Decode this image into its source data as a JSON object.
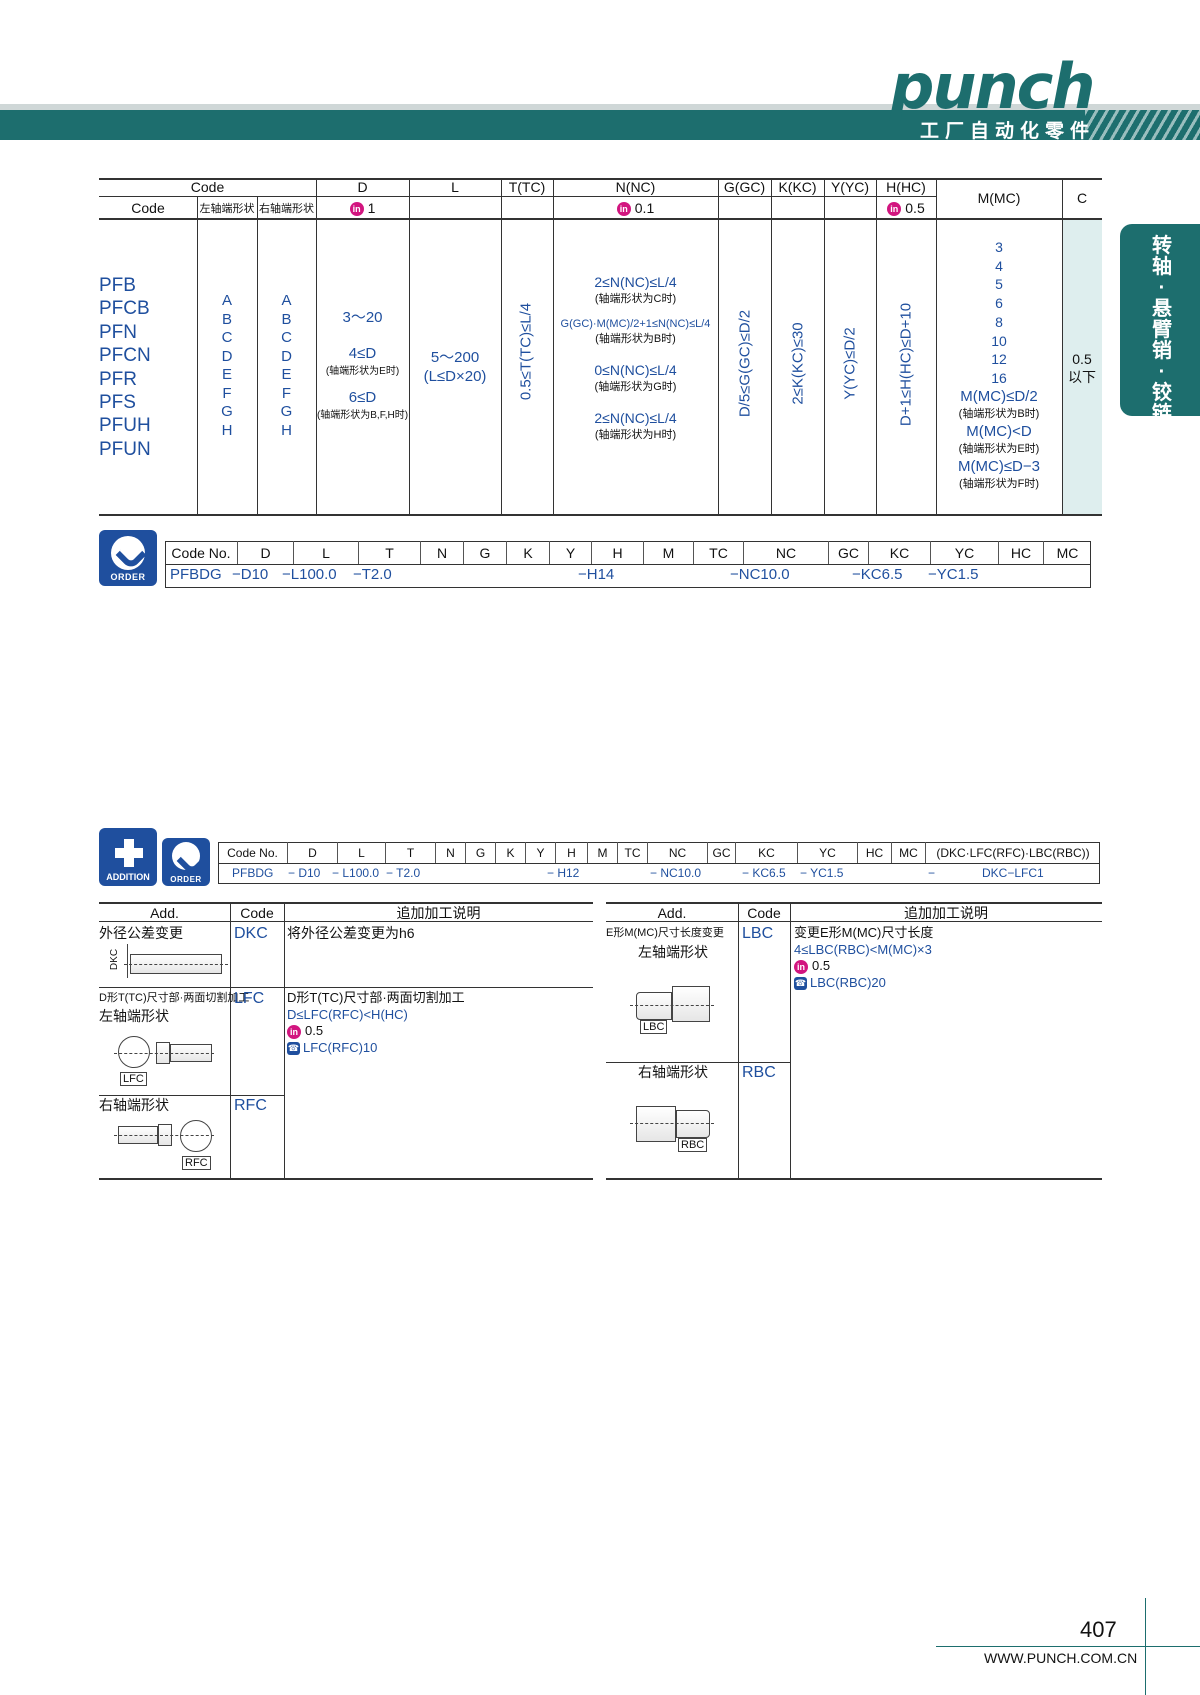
{
  "header": {
    "brand": "punch",
    "tagline": "工厂自动化零件"
  },
  "side_tab": "转轴·悬臂销·铰链销",
  "spec": {
    "h_code": "Code",
    "h_code2": "Code",
    "h_left": "左轴端形状",
    "h_right": "右轴端形状",
    "h_D": "D",
    "h_L": "L",
    "h_T": "T(TC)",
    "h_N": "N(NC)",
    "h_G": "G(GC)",
    "h_K": "K(KC)",
    "h_Y": "Y(YC)",
    "h_H": "H(HC)",
    "h_M": "M(MC)",
    "h_C": "C",
    "in_badge": "in",
    "tol_D": "1",
    "tol_N": "0.1",
    "tol_H": "0.5",
    "codes": [
      "PFB",
      "PFCB",
      "PFN",
      "PFCN",
      "PFR",
      "PFS",
      "PFUH",
      "PFUN"
    ],
    "letters": [
      "A",
      "B",
      "C",
      "D",
      "E",
      "F",
      "G",
      "H"
    ],
    "d_range": "3～20",
    "d_e": "4≤D",
    "d_e_note": "(轴端形状为E时)",
    "d_bfh": "6≤D",
    "d_bfh_note": "(轴端形状为B,F,H时)",
    "l_range": "5～200",
    "l_note": "(L≤D×20)",
    "t_rule": "0.5≤T(TC)≤L/4",
    "n_c": "2≤N(NC)≤L/4",
    "n_c_note": "(轴端形状为C时)",
    "n_b": "G(GC)·M(MC)/2+1≤N(NC)≤L/4",
    "n_b_note": "(轴端形状为B时)",
    "n_g": "0≤N(NC)≤L/4",
    "n_g_note": "(轴端形状为G时)",
    "n_h": "2≤N(NC)≤L/4",
    "n_h_note": "(轴端形状为H时)",
    "g_rule": "D/5≤G(GC)≤D/2",
    "k_rule": "2≤K(KC)≤30",
    "y_rule": "Y(YC)≤D/2",
    "h_rule": "D+1≤H(HC)≤D+10",
    "m_values": [
      "3",
      "4",
      "5",
      "6",
      "8",
      "10",
      "12",
      "16"
    ],
    "m_b": "M(MC)≤D/2",
    "m_b_note": "(轴端形状为B时)",
    "m_e": "M(MC)<D",
    "m_e_note": "(轴端形状为E时)",
    "m_f": "M(MC)≤D−3",
    "m_f_note": "(轴端形状为F时)",
    "c_value": "0.5",
    "c_note": "以下"
  },
  "order1": {
    "icon_label": "ORDER",
    "headers": [
      "Code No.",
      "D",
      "L",
      "T",
      "N",
      "G",
      "K",
      "Y",
      "H",
      "M",
      "TC",
      "NC",
      "GC",
      "KC",
      "YC",
      "HC",
      "MC"
    ],
    "example": [
      "PFBDG",
      "−D10",
      "−L100.0",
      "−T2.0",
      "−H14",
      "−NC10.0",
      "−KC6.5",
      "−YC1.5"
    ]
  },
  "order2": {
    "add_label": "ADDITION",
    "order_label": "ORDER",
    "headers": [
      "Code No.",
      "D",
      "L",
      "T",
      "N",
      "G",
      "K",
      "Y",
      "H",
      "M",
      "TC",
      "NC",
      "GC",
      "KC",
      "YC",
      "HC",
      "MC",
      "(DKC·LFC(RFC)·LBC(RBC))"
    ],
    "example": [
      "PFBDG",
      "− D10",
      "− L100.0",
      "− T2.0",
      "− H12",
      "− NC10.0",
      "− KC6.5",
      "− YC1.5",
      "−",
      "DKC−LFC1"
    ]
  },
  "add_left": {
    "h_add": "Add.",
    "h_code": "Code",
    "h_desc": "追加加工说明",
    "rows": [
      {
        "name": "外径公差变更",
        "code": "DKC",
        "desc": "将外径公差变更为h6",
        "label": "DKC"
      },
      {
        "name": "D形T(TC)尺寸部·两面切割加工",
        "sub": "左轴端形状",
        "code": "LFC",
        "desc": "D形T(TC)尺寸部·两面切割加工",
        "rule": "D≤LFC(RFC)<H(HC)",
        "in": "0.5",
        "order": "LFC(RFC)10",
        "label": "LFC"
      },
      {
        "name": "右轴端形状",
        "code": "RFC",
        "label": "RFC"
      }
    ]
  },
  "add_right": {
    "h_add": "Add.",
    "h_code": "Code",
    "h_desc": "追加加工说明",
    "rows": [
      {
        "name": "E形M(MC)尺寸长度变更",
        "sub": "左轴端形状",
        "code": "LBC",
        "desc": "变更E形M(MC)尺寸长度",
        "rule": "4≤LBC(RBC)<M(MC)×3",
        "in": "0.5",
        "order": "LBC(RBC)20",
        "label": "LBC"
      },
      {
        "name": "右轴端形状",
        "code": "RBC",
        "label": "RBC"
      }
    ]
  },
  "footer": {
    "page": "407",
    "url": "WWW.PUNCH.COM.CN"
  }
}
